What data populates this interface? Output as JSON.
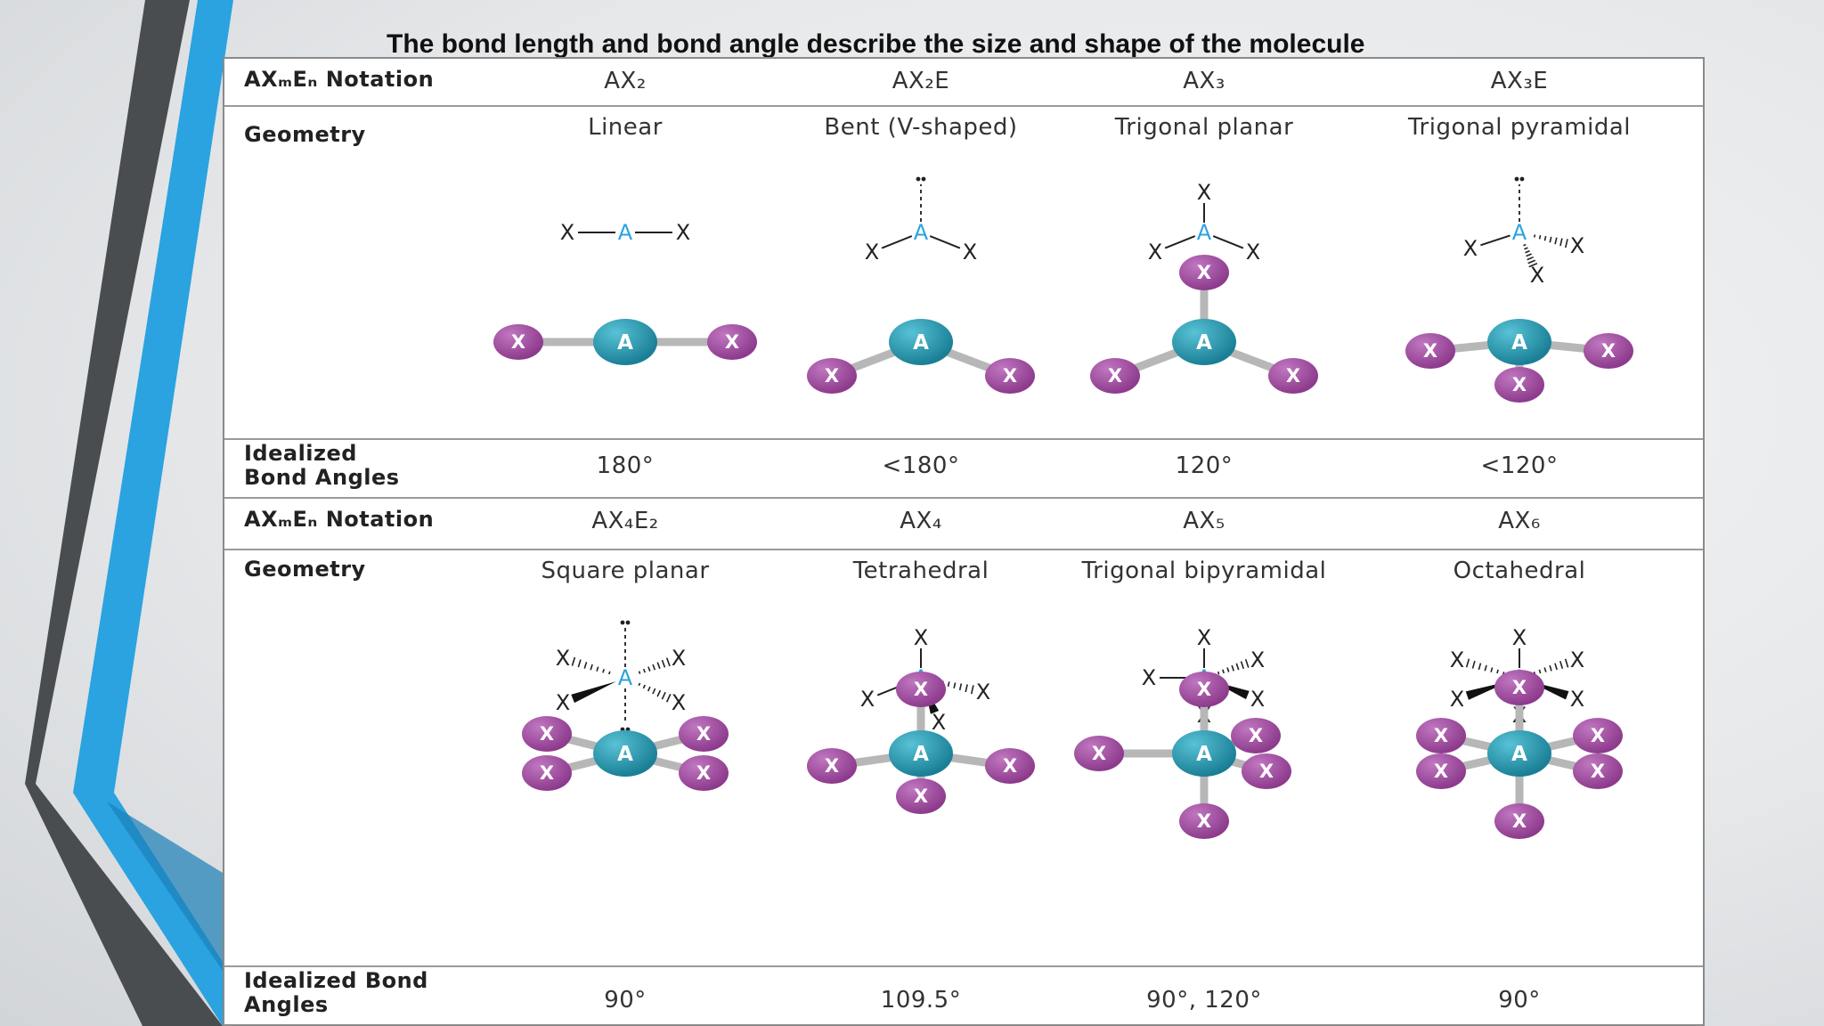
{
  "title": "The bond length and bond angle describe the size and shape of the molecule",
  "colors": {
    "accent_blue": "#2aa3e0",
    "central_atom": "#1a7f96",
    "outer_atom": "#8d3a8c",
    "lewis_central": "#2aa3e0",
    "bond_gray": "#b7b7b7"
  },
  "sections": [
    {
      "notation_label": "AXₘEₙ Notation",
      "geometry_label": "Geometry",
      "angles_label": "Idealized\nBond Angles",
      "columns": [
        {
          "notation": "AX₂",
          "geometry": "Linear",
          "angle": "180°",
          "icon": "linear-molecule-icon"
        },
        {
          "notation": "AX₂E",
          "geometry": "Bent (V-shaped)",
          "angle": "<180°",
          "icon": "bent-molecule-icon"
        },
        {
          "notation": "AX₃",
          "geometry": "Trigonal planar",
          "angle": "120°",
          "icon": "trigonal-planar-molecule-icon"
        },
        {
          "notation": "AX₃E",
          "geometry": "Trigonal pyramidal",
          "angle": "<120°",
          "icon": "trigonal-pyramidal-molecule-icon"
        }
      ]
    },
    {
      "notation_label": "AXₘEₙ Notation",
      "geometry_label": "Geometry",
      "angles_label": "Idealized Bond\nAngles",
      "columns": [
        {
          "notation": "AX₄E₂",
          "geometry": "Square planar",
          "angle": "90°",
          "icon": "square-planar-molecule-icon"
        },
        {
          "notation": "AX₄",
          "geometry": "Tetrahedral",
          "angle": "109.5°",
          "icon": "tetrahedral-molecule-icon"
        },
        {
          "notation": "AX₅",
          "geometry": "Trigonal bipyramidal",
          "angle": "90°, 120°",
          "icon": "trigonal-bipyramidal-molecule-icon"
        },
        {
          "notation": "AX₆",
          "geometry": "Octahedral",
          "angle": "90°",
          "icon": "octahedral-molecule-icon"
        }
      ]
    }
  ],
  "atom_labels": {
    "central": "A",
    "outer": "X",
    "lone_pair": ":"
  }
}
